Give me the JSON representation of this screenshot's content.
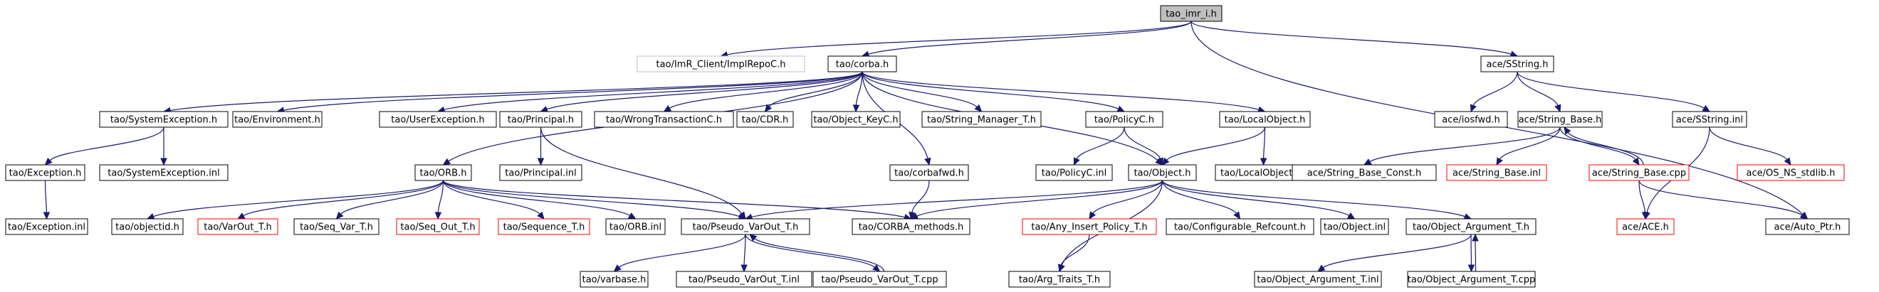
{
  "nodes": [
    {
      "id": "root",
      "label": "tao_imr_i.h",
      "style": "root"
    },
    {
      "id": "implrepoc",
      "label": "tao/ImR_Client/ImplRepoC.h",
      "style": "plain"
    },
    {
      "id": "corba",
      "label": "tao/corba.h",
      "style": "normal"
    },
    {
      "id": "sstring",
      "label": "ace/SString.h",
      "style": "normal"
    },
    {
      "id": "sysexc",
      "label": "tao/SystemException.h",
      "style": "normal"
    },
    {
      "id": "environment",
      "label": "tao/Environment.h",
      "style": "normal"
    },
    {
      "id": "userexc",
      "label": "tao/UserException.h",
      "style": "normal"
    },
    {
      "id": "principal",
      "label": "tao/Principal.h",
      "style": "normal"
    },
    {
      "id": "wrongtx",
      "label": "tao/WrongTransactionC.h",
      "style": "normal"
    },
    {
      "id": "cdr",
      "label": "tao/CDR.h",
      "style": "normal"
    },
    {
      "id": "objkeyc",
      "label": "tao/Object_KeyC.h",
      "style": "normal"
    },
    {
      "id": "strmgr",
      "label": "tao/String_Manager_T.h",
      "style": "normal"
    },
    {
      "id": "policyc",
      "label": "tao/PolicyC.h",
      "style": "normal"
    },
    {
      "id": "localobj",
      "label": "tao/LocalObject.h",
      "style": "normal"
    },
    {
      "id": "iosfwd",
      "label": "ace/iosfwd.h",
      "style": "normal"
    },
    {
      "id": "strbase",
      "label": "ace/String_Base.h",
      "style": "normal"
    },
    {
      "id": "sstringinl",
      "label": "ace/SString.inl",
      "style": "normal"
    },
    {
      "id": "exception",
      "label": "tao/Exception.h",
      "style": "normal"
    },
    {
      "id": "sysexcinl",
      "label": "tao/SystemException.inl",
      "style": "normal"
    },
    {
      "id": "orb",
      "label": "tao/ORB.h",
      "style": "normal"
    },
    {
      "id": "principalinl",
      "label": "tao/Principal.inl",
      "style": "normal"
    },
    {
      "id": "corbafwd",
      "label": "tao/corbafwd.h",
      "style": "normal"
    },
    {
      "id": "policycinl",
      "label": "tao/PolicyC.inl",
      "style": "normal"
    },
    {
      "id": "object",
      "label": "tao/Object.h",
      "style": "normal"
    },
    {
      "id": "localobjinl",
      "label": "tao/LocalObject.inl",
      "style": "normal"
    },
    {
      "id": "strbaseconst",
      "label": "ace/String_Base_Const.h",
      "style": "normal"
    },
    {
      "id": "strbaseinl",
      "label": "ace/String_Base.inl",
      "style": "red"
    },
    {
      "id": "strbasecpp",
      "label": "ace/String_Base.cpp",
      "style": "red"
    },
    {
      "id": "osnsstdlib",
      "label": "ace/OS_NS_stdlib.h",
      "style": "red"
    },
    {
      "id": "exceptioninl",
      "label": "tao/Exception.inl",
      "style": "normal"
    },
    {
      "id": "objectid",
      "label": "tao/objectid.h",
      "style": "normal"
    },
    {
      "id": "varout",
      "label": "tao/VarOut_T.h",
      "style": "red"
    },
    {
      "id": "seqvar",
      "label": "tao/Seq_Var_T.h",
      "style": "normal"
    },
    {
      "id": "seqout",
      "label": "tao/Seq_Out_T.h",
      "style": "red"
    },
    {
      "id": "sequence",
      "label": "tao/Sequence_T.h",
      "style": "red"
    },
    {
      "id": "orbinl",
      "label": "tao/ORB.inl",
      "style": "normal"
    },
    {
      "id": "pseudovarout",
      "label": "tao/Pseudo_VarOut_T.h",
      "style": "normal"
    },
    {
      "id": "corbamethods",
      "label": "tao/CORBA_methods.h",
      "style": "normal"
    },
    {
      "id": "anyinsert",
      "label": "tao/Any_Insert_Policy_T.h",
      "style": "red"
    },
    {
      "id": "configref",
      "label": "tao/Configurable_Refcount.h",
      "style": "normal"
    },
    {
      "id": "objectinl",
      "label": "tao/Object.inl",
      "style": "normal"
    },
    {
      "id": "objarg",
      "label": "tao/Object_Argument_T.h",
      "style": "normal"
    },
    {
      "id": "ace",
      "label": "ace/ACE.h",
      "style": "red"
    },
    {
      "id": "autoptr",
      "label": "ace/Auto_Ptr.h",
      "style": "normal"
    },
    {
      "id": "varbase",
      "label": "tao/varbase.h",
      "style": "normal"
    },
    {
      "id": "pseudovaroutinl",
      "label": "tao/Pseudo_VarOut_T.inl",
      "style": "normal"
    },
    {
      "id": "pseudovaroutcpp",
      "label": "tao/Pseudo_VarOut_T.cpp",
      "style": "normal"
    },
    {
      "id": "argtraits",
      "label": "tao/Arg_Traits_T.h",
      "style": "normal"
    },
    {
      "id": "objarginl",
      "label": "tao/Object_Argument_T.inl",
      "style": "normal"
    },
    {
      "id": "objargcpp",
      "label": "tao/Object_Argument_T.cpp",
      "style": "normal"
    }
  ],
  "edges": [
    [
      "root",
      "implrepoc"
    ],
    [
      "root",
      "corba"
    ],
    [
      "root",
      "sstring"
    ],
    [
      "root",
      "autoptr"
    ],
    [
      "corba",
      "sysexc"
    ],
    [
      "corba",
      "environment"
    ],
    [
      "corba",
      "userexc"
    ],
    [
      "corba",
      "principal"
    ],
    [
      "corba",
      "wrongtx"
    ],
    [
      "corba",
      "cdr"
    ],
    [
      "corba",
      "objkeyc"
    ],
    [
      "corba",
      "strmgr"
    ],
    [
      "corba",
      "policyc"
    ],
    [
      "corba",
      "localobj"
    ],
    [
      "corba",
      "orb"
    ],
    [
      "corba",
      "corbafwd"
    ],
    [
      "corba",
      "object"
    ],
    [
      "sstring",
      "iosfwd"
    ],
    [
      "sstring",
      "strbase"
    ],
    [
      "sstring",
      "sstringinl"
    ],
    [
      "sysexc",
      "exception"
    ],
    [
      "sysexc",
      "sysexcinl"
    ],
    [
      "exception",
      "exceptioninl"
    ],
    [
      "principal",
      "principalinl"
    ],
    [
      "principal",
      "pseudovarout"
    ],
    [
      "policyc",
      "policycinl"
    ],
    [
      "policyc",
      "object"
    ],
    [
      "localobj",
      "object"
    ],
    [
      "localobj",
      "localobjinl"
    ],
    [
      "corbafwd",
      "corbamethods"
    ],
    [
      "orb",
      "objectid"
    ],
    [
      "orb",
      "varout"
    ],
    [
      "orb",
      "seqvar"
    ],
    [
      "orb",
      "seqout"
    ],
    [
      "orb",
      "sequence"
    ],
    [
      "orb",
      "orbinl"
    ],
    [
      "orb",
      "pseudovarout"
    ],
    [
      "orb",
      "corbamethods"
    ],
    [
      "object",
      "pseudovarout"
    ],
    [
      "object",
      "corbamethods"
    ],
    [
      "object",
      "anyinsert"
    ],
    [
      "object",
      "configref"
    ],
    [
      "object",
      "objectinl"
    ],
    [
      "object",
      "objarg"
    ],
    [
      "object",
      "argtraits"
    ],
    [
      "strbase",
      "strbaseconst"
    ],
    [
      "strbase",
      "strbaseinl"
    ],
    [
      "strbase",
      "strbasecpp"
    ],
    [
      "strbasecpp",
      "strbase"
    ],
    [
      "strbasecpp",
      "ace"
    ],
    [
      "strbasecpp",
      "autoptr"
    ],
    [
      "sstringinl",
      "osnsstdlib"
    ],
    [
      "sstringinl",
      "ace"
    ],
    [
      "pseudovarout",
      "varbase"
    ],
    [
      "pseudovarout",
      "pseudovaroutinl"
    ],
    [
      "pseudovarout",
      "pseudovaroutcpp"
    ],
    [
      "pseudovaroutcpp",
      "pseudovarout"
    ],
    [
      "anyinsert",
      "argtraits"
    ],
    [
      "objarg",
      "objarginl"
    ],
    [
      "objarg",
      "objargcpp"
    ],
    [
      "objargcpp",
      "objarg"
    ]
  ]
}
